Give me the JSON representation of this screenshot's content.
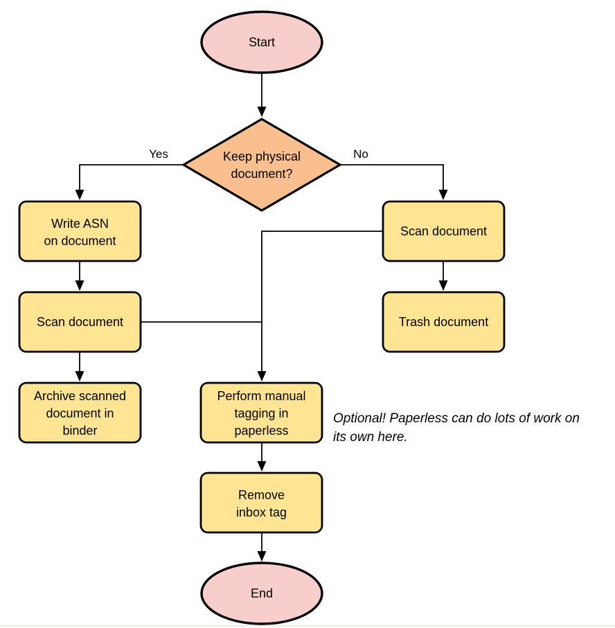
{
  "colors": {
    "background": "#ffffff",
    "terminator_fill": "#f8cecc",
    "decision_fill": "#fabf8f",
    "process_fill": "#ffe494",
    "stroke": "#000000",
    "text": "#000000",
    "bottom_divider": "#f0ede6"
  },
  "nodes": {
    "start": {
      "label": "Start"
    },
    "decision": {
      "lines": [
        "Keep physical",
        "document?"
      ]
    },
    "write_asn": {
      "lines": [
        "Write ASN",
        "on document"
      ]
    },
    "scan_left": {
      "label": "Scan document"
    },
    "archive": {
      "lines": [
        "Archive scanned",
        "document in",
        "binder"
      ]
    },
    "scan_right": {
      "label": "Scan document"
    },
    "trash": {
      "label": "Trash document"
    },
    "tagging": {
      "lines": [
        "Perform manual",
        "tagging in",
        "paperless"
      ]
    },
    "remove_inbox": {
      "lines": [
        "Remove",
        "inbox tag"
      ]
    },
    "end": {
      "label": "End"
    }
  },
  "edge_labels": {
    "yes": "Yes",
    "no": "No"
  },
  "annotation": {
    "lines": [
      "Optional! Paperless can do lots of work on",
      "its own here."
    ]
  }
}
